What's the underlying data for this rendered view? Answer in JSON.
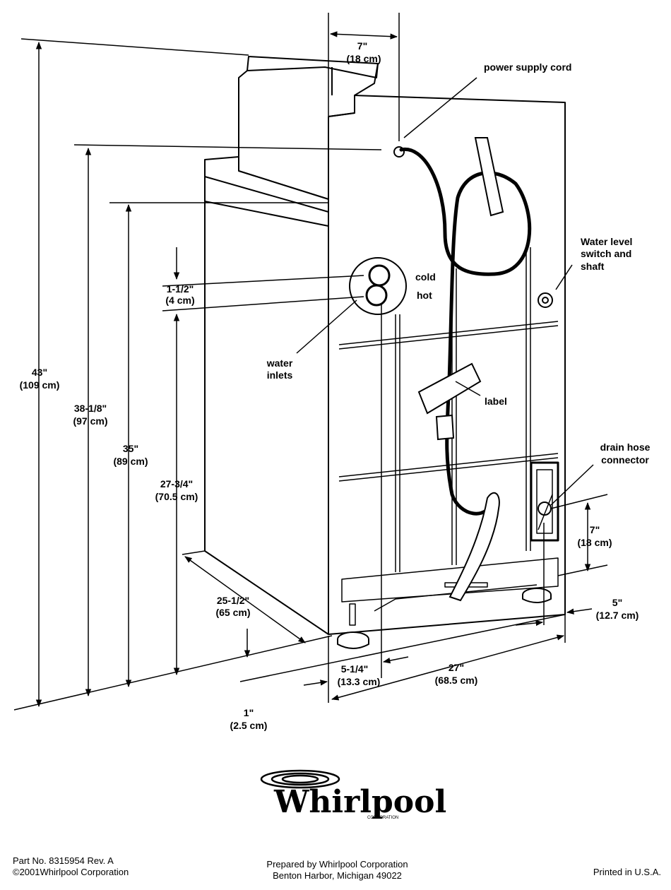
{
  "dimensions": {
    "top_width": {
      "line1": "7\"",
      "line2": "(18 cm)"
    },
    "total_height": {
      "line1": "43\"",
      "line2": "(109 cm)"
    },
    "cabinet_height": {
      "line1": "38-1/8\"",
      "line2": "(97 cm)"
    },
    "top_height": {
      "line1": "35\"",
      "line2": "(89 cm)"
    },
    "inlet_spacing": {
      "line1": "1-1/2\"",
      "line2": "(4 cm)"
    },
    "inlet_height": {
      "line1": "27-3/4\"",
      "line2": "(70.5 cm)"
    },
    "depth": {
      "line1": "25-1/2\"",
      "line2": "(65 cm)"
    },
    "inlet_offset": {
      "line1": "5-1/4\"",
      "line2": "(13.3 cm)"
    },
    "width": {
      "line1": "27\"",
      "line2": "(68.5 cm)"
    },
    "foot_height": {
      "line1": "1\"",
      "line2": "(2.5 cm)"
    },
    "drain_height": {
      "line1": "7\"",
      "line2": "(18 cm)"
    },
    "drain_offset": {
      "line1": "5\"",
      "line2": "(12.7 cm)"
    }
  },
  "labels": {
    "power_cord": "power supply cord",
    "water_level_1": "Water level",
    "water_level_2": "switch and",
    "water_level_3": "shaft",
    "cold": "cold",
    "hot": "hot",
    "water_inlets_1": "water",
    "water_inlets_2": "inlets",
    "label": "label",
    "drain_1": "drain hose",
    "drain_2": "connector"
  },
  "logo": {
    "name": "Whirlpool",
    "sub": "CORPORATION"
  },
  "footer": {
    "part_no": "Part No. 8315954 Rev. A",
    "copyright": "©2001Whirlpool Corporation",
    "prepared_1": "Prepared by Whirlpool Corporation",
    "prepared_2": "Benton Harbor, Michigan  49022",
    "printed": "Printed in U.S.A."
  }
}
